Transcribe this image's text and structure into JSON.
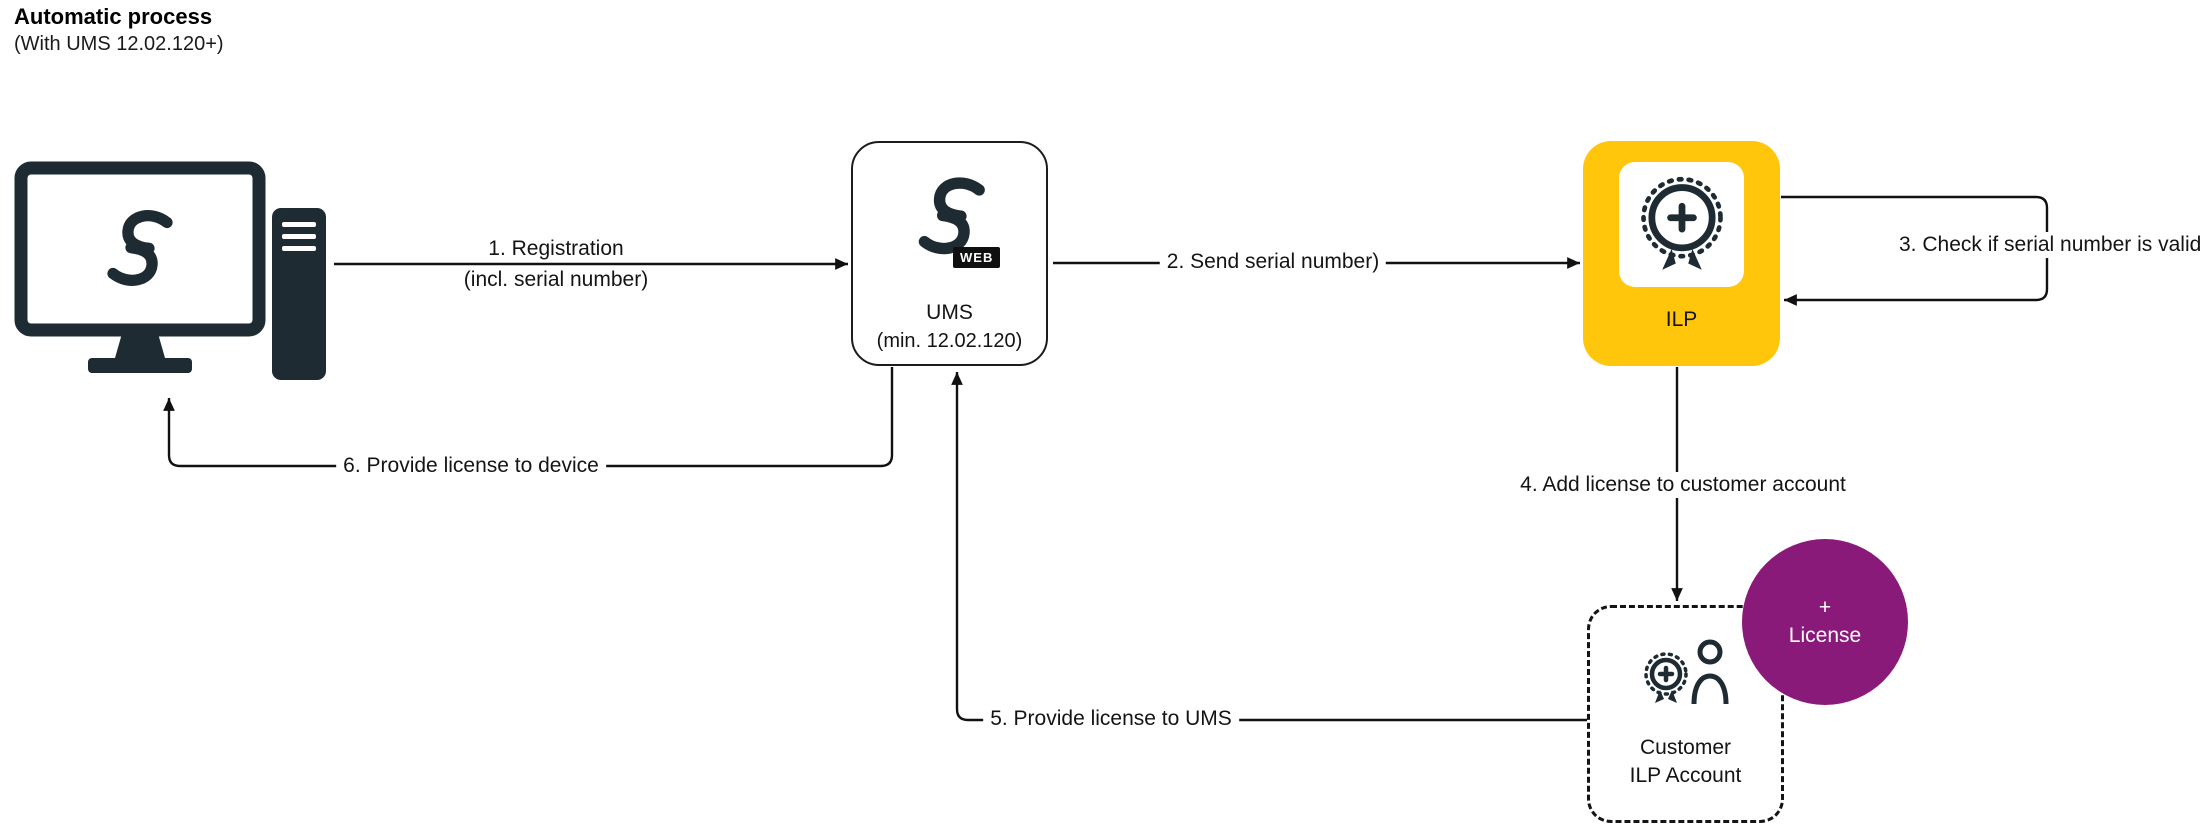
{
  "title": {
    "heading": "Automatic process",
    "subheading": "(With UMS 12.02.120+)"
  },
  "colors": {
    "ink": "#1e2b33",
    "line": "#111111",
    "accent_yellow": "#ffc60b",
    "accent_purple": "#8a1a7a"
  },
  "nodes": {
    "ums": {
      "title": "UMS",
      "subtitle": "(min. 12.02.120)",
      "badge": "WEB"
    },
    "ilp": {
      "label": "ILP"
    },
    "customer": {
      "line1": "Customer",
      "line2": "ILP Account"
    },
    "license": {
      "plus": "+",
      "label": "License"
    }
  },
  "arrows": [
    {
      "line1": "1. Registration",
      "line2": "(incl. serial number)"
    },
    {
      "label": "2. Send serial number)"
    },
    {
      "label": "3. Check if serial number is valid"
    },
    {
      "label": "4. Add license to customer account"
    },
    {
      "label": "5. Provide license to UMS"
    },
    {
      "label": "6. Provide license to device"
    }
  ]
}
